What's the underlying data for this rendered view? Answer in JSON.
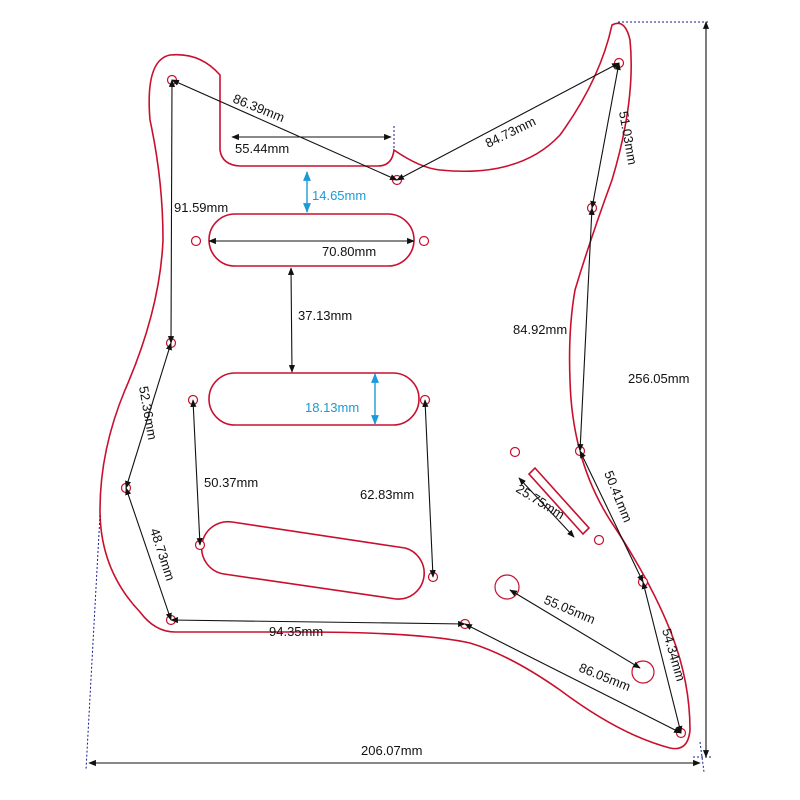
{
  "colors": {
    "outline": "#c8102e",
    "dimension": "#111111",
    "highlight": "#1a9bd7",
    "guide": "#1a1a8c"
  },
  "dimensions": {
    "top_left_to_notch": "86.39mm",
    "notch_width": "55.44mm",
    "notch_to_horn": "84.73mm",
    "horn_to_screw": "51.03mm",
    "neck_pickup_gap": "14.65mm",
    "left_edge_upper": "91.59mm",
    "pickup_length": "70.80mm",
    "pickup_spacing": "37.13mm",
    "right_edge": "84.92mm",
    "overall_height": "256.05mm",
    "pickup_width": "18.13mm",
    "left_edge_mid": "52.36mm",
    "screw_vertical_left": "50.37mm",
    "screw_vertical_right": "62.83mm",
    "switch_slot": "25.75mm",
    "right_lower": "50.41mm",
    "left_edge_lower": "48.73mm",
    "control_spacing": "55.05mm",
    "bottom_edge": "94.35mm",
    "lower_right": "54.34mm",
    "bottom_diagonal": "86.05mm",
    "overall_width": "206.07mm"
  }
}
